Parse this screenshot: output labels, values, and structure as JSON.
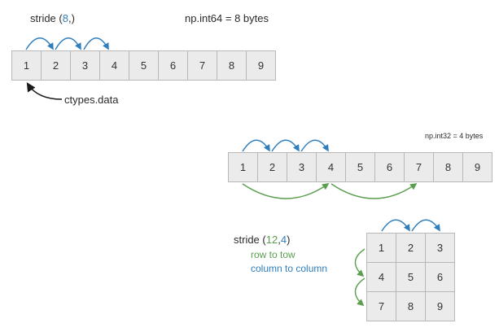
{
  "diagram": {
    "top": {
      "stride_prefix": "stride (",
      "stride_value": "8",
      "stride_suffix": ",)",
      "dtype_label": "np.int64 = 8 bytes",
      "pointer_label": "ctypes.data",
      "cells": [
        "1",
        "2",
        "3",
        "4",
        "5",
        "6",
        "7",
        "8",
        "9"
      ]
    },
    "middle": {
      "dtype_label": "np.int32 = 4 bytes",
      "cells": [
        "1",
        "2",
        "3",
        "4",
        "5",
        "6",
        "7",
        "8",
        "9"
      ]
    },
    "bottom": {
      "stride_prefix": "stride (",
      "stride_row": "12",
      "stride_sep": ",",
      "stride_col": "4",
      "stride_suffix": ")",
      "row_label": "row to tow",
      "col_label": "column to column",
      "grid": [
        [
          "1",
          "2",
          "3"
        ],
        [
          "4",
          "5",
          "6"
        ],
        [
          "7",
          "8",
          "9"
        ]
      ]
    }
  },
  "colors": {
    "blue_arrow": "#2f7ebd",
    "green_arrow": "#5a9e4e",
    "black_arrow": "#1a1a1a",
    "cell_fill": "#ebebeb",
    "cell_border": "#b8b8b8"
  }
}
